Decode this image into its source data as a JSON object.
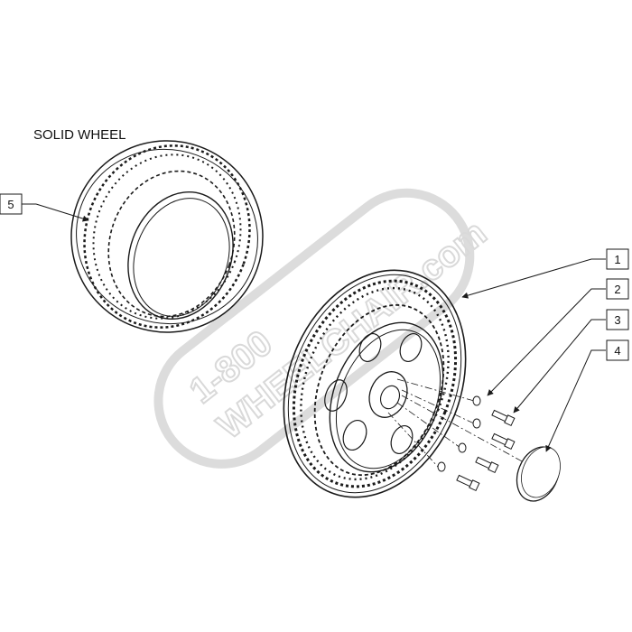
{
  "title": "SOLID WHEEL",
  "watermark": {
    "line1": "1-800",
    "line2": "WHEELCHAIR.com"
  },
  "callouts": [
    {
      "number": "1"
    },
    {
      "number": "2"
    },
    {
      "number": "3"
    },
    {
      "number": "4"
    },
    {
      "number": "5"
    }
  ],
  "colors": {
    "line": "#1a1a1a",
    "watermark": "#d9d9d9",
    "background": "#ffffff"
  }
}
